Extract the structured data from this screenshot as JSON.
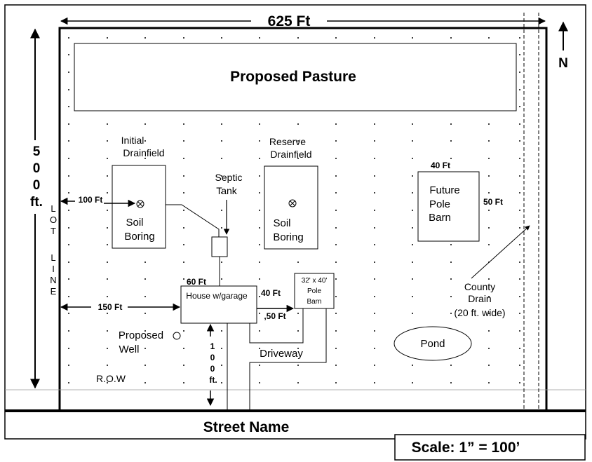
{
  "plan": {
    "width_label": "625 Ft",
    "height_label": [
      "5",
      "0",
      "0",
      "ft."
    ],
    "north_label": "N",
    "pasture_label": "Proposed Pasture",
    "lot_line_label": [
      "L",
      "O",
      "T",
      "L",
      "I",
      "N",
      "E"
    ],
    "initial_drainfield": {
      "label_line1": "Initial",
      "label_line2": "Drainfield",
      "boring_line1": "Soil",
      "boring_line2": "Boring"
    },
    "reserve_drainfield": {
      "label_line1": "Reserve",
      "label_line2": "Drainfield",
      "boring_line1": "Soil",
      "boring_line2": "Boring"
    },
    "dim_100ft": "100 Ft",
    "dim_150ft": "150 Ft",
    "dim_60ft": "60 Ft",
    "dim_40ft_house": "40 Ft",
    "dim_50ft_barn": ",50 Ft",
    "dim_40ft_future": "40 Ft",
    "dim_50ft_future": "50 Ft",
    "dim_100ft_vertical": [
      "1",
      "0",
      "0",
      "ft."
    ],
    "septic_label_line1": "Septic",
    "septic_label_line2": "Tank",
    "house_label": "House w/garage",
    "pole_barn": {
      "line1": "32' x 40'",
      "line2": "Pole",
      "line3": "Barn"
    },
    "future_barn": {
      "line1": "Future",
      "line2": "Pole",
      "line3": "Barn"
    },
    "county_drain": {
      "line1": "County",
      "line2": "Drain",
      "line3": "(20 ft. wide)"
    },
    "pond_label": "Pond",
    "well_line1": "Proposed",
    "well_line2": "Well",
    "driveway_label": "Driveway",
    "row_label": "R.O.W",
    "street_label": "Street Name",
    "scale_label": "Scale: 1” = 100’"
  }
}
